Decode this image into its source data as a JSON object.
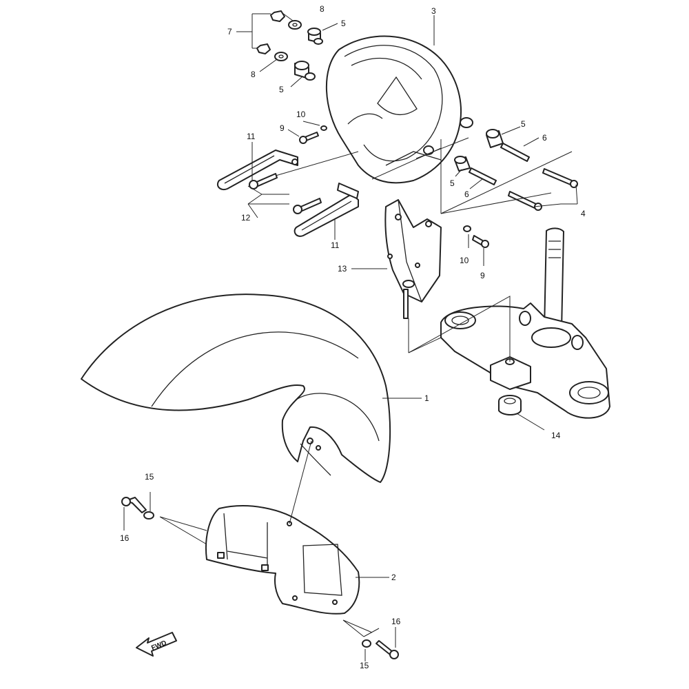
{
  "diagram": {
    "direction_label": "FWD",
    "callouts": {
      "c1": "1",
      "c2": "2",
      "c3": "3",
      "c4": "4",
      "c5a": "5",
      "c5b": "5",
      "c5c": "5",
      "c5d": "5",
      "c6a": "6",
      "c6b": "6",
      "c7": "7",
      "c8a": "8",
      "c8b": "8",
      "c9a": "9",
      "c9b": "9",
      "c10a": "10",
      "c10b": "10",
      "c11a": "11",
      "c11b": "11",
      "c12": "12",
      "c13": "13",
      "c14": "14",
      "c15a": "15",
      "c15b": "15",
      "c16a": "16",
      "c16b": "16"
    }
  }
}
